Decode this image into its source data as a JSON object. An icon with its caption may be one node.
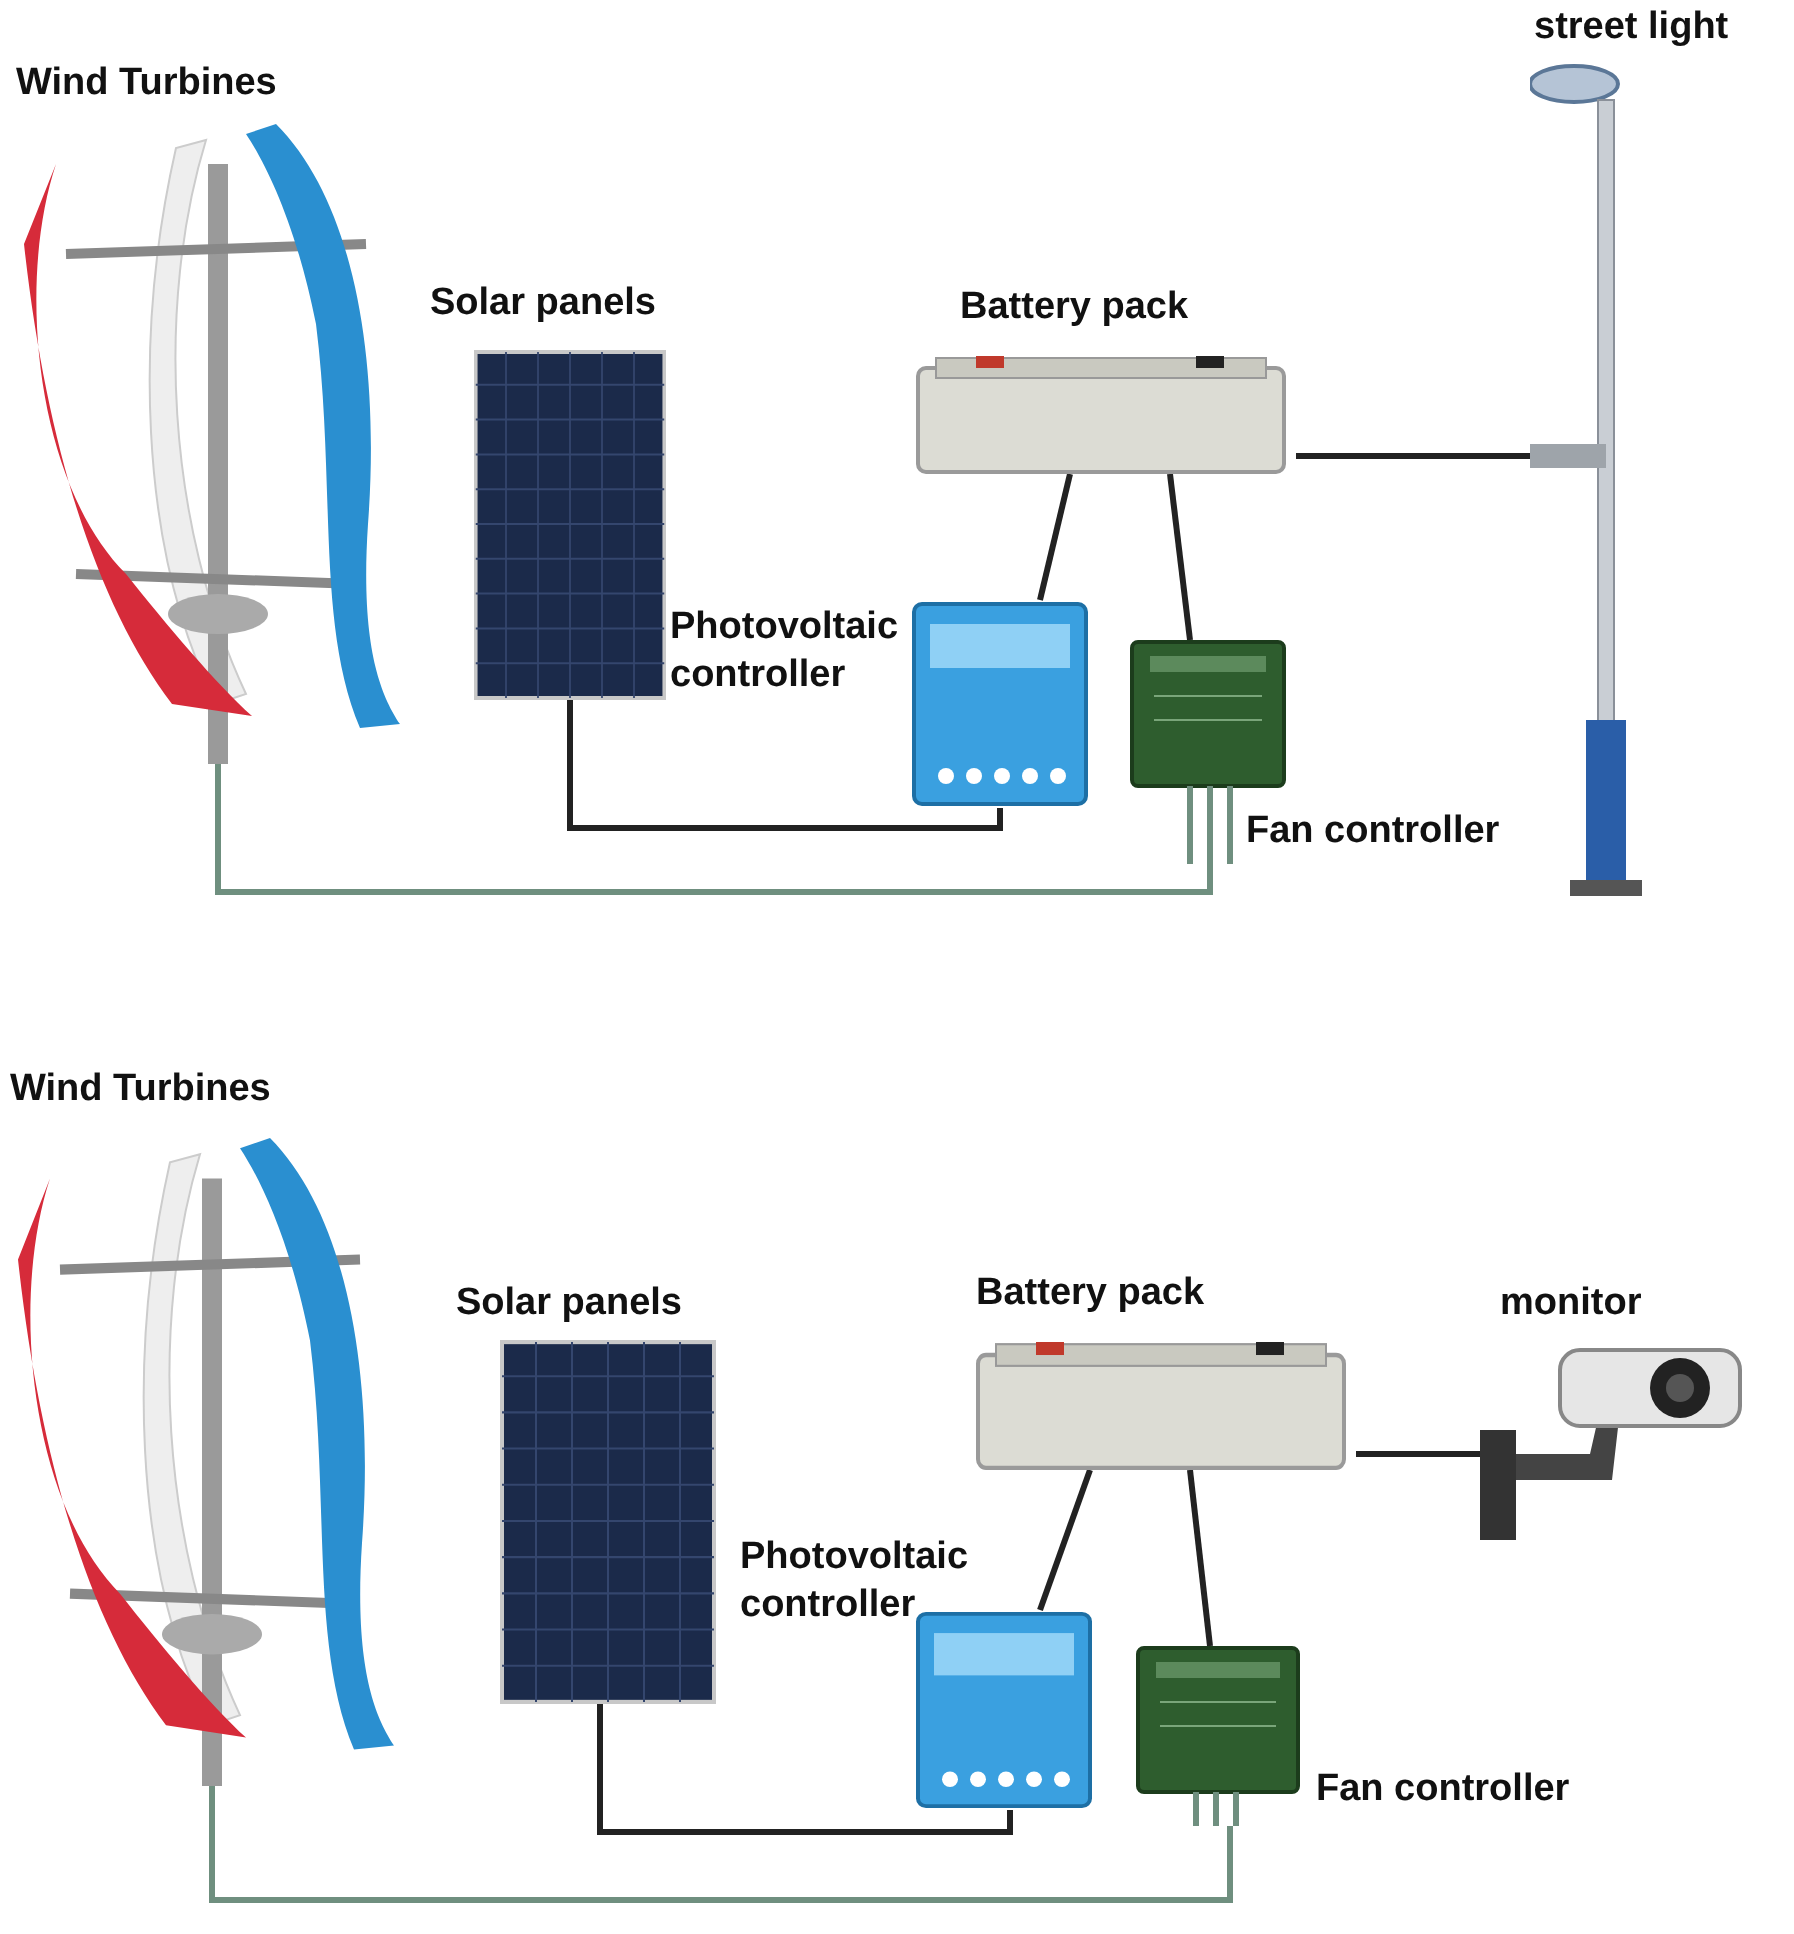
{
  "diagram": {
    "nodes": [
      {
        "text": [
          "Wind Turbines"
        ]
      },
      {
        "text": [
          "Solar panels"
        ]
      },
      {
        "text": [
          "Battery pack"
        ]
      },
      {
        "text": [
          "Photovoltaic controller"
        ]
      },
      {
        "text": [
          "Fan controller"
        ]
      },
      {
        "text": [
          "street light"
        ]
      },
      {
        "text": [
          "Wind Turbines"
        ]
      },
      {
        "text": [
          "Solar panels"
        ]
      },
      {
        "text": [
          "Battery pack"
        ]
      },
      {
        "text": [
          "Photovoltaic controller"
        ]
      },
      {
        "text": [
          "Fan controller"
        ]
      },
      {
        "text": [
          "monitor"
        ]
      }
    ],
    "edges": [
      {
        "from": 1,
        "to": 3,
        "arrow": "none"
      },
      {
        "from": 3,
        "to": 2,
        "arrow": "none"
      },
      {
        "from": 4,
        "to": 2,
        "arrow": "none"
      },
      {
        "from": 0,
        "to": 4,
        "arrow": "none",
        "color": "#6f8f7f"
      },
      {
        "from": 2,
        "to": 5,
        "arrow": "none"
      },
      {
        "from": 7,
        "to": 9,
        "arrow": "none"
      },
      {
        "from": 9,
        "to": 8,
        "arrow": "none"
      },
      {
        "from": 10,
        "to": 8,
        "arrow": "none"
      },
      {
        "from": 6,
        "to": 10,
        "arrow": "none",
        "color": "#6f8f7f"
      },
      {
        "from": 8,
        "to": 11,
        "arrow": "none"
      }
    ]
  }
}
